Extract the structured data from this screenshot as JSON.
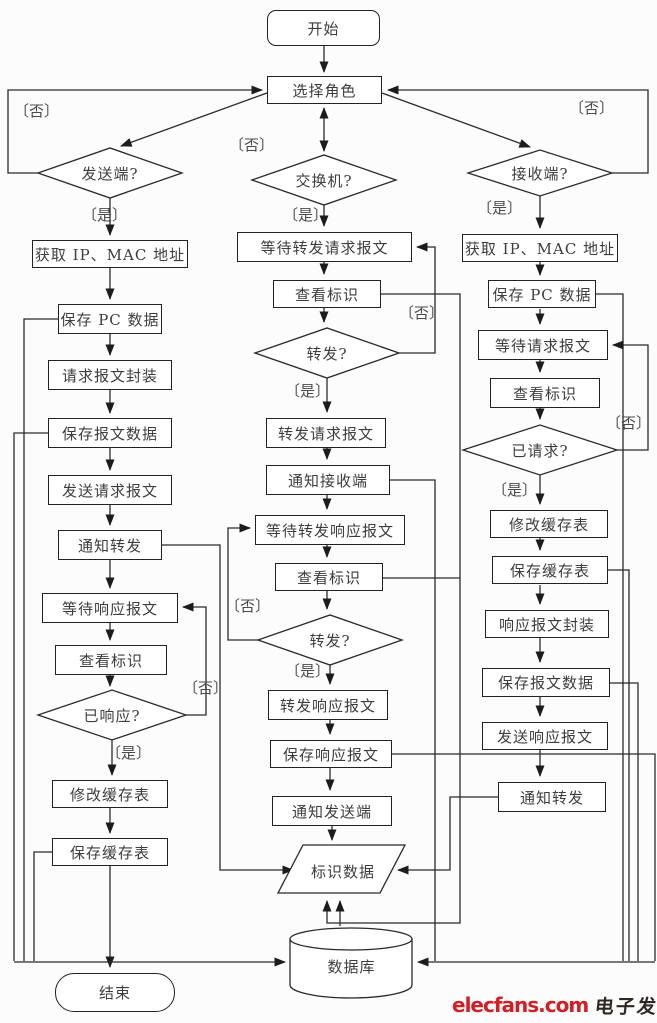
{
  "diagram": {
    "nodes": {
      "start": "开始",
      "select_role": "选择角色",
      "d_sender": "发送端?",
      "d_switch": "交换机?",
      "d_receiver": "接收端?",
      "s1": "获取 IP、MAC 地址",
      "s2": "保存 PC 数据",
      "s3": "请求报文封装",
      "s4": "保存报文数据",
      "s5": "发送请求报文",
      "s6": "通知转发",
      "s7": "等待响应报文",
      "s8": "查看标识",
      "s9": "已响应?",
      "s10": "修改缓存表",
      "s11": "保存缓存表",
      "end": "结束",
      "m1": "等待转发请求报文",
      "m2": "查看标识",
      "m3": "转发?",
      "m4": "转发请求报文",
      "m5": "通知接收端",
      "m6": "等待转发响应报文",
      "m7": "查看标识",
      "m8": "转发?",
      "m9": "转发响应报文",
      "m10": "保存响应报文",
      "m11": "通知发送端",
      "m12": "标识数据",
      "db": "数据库",
      "r1": "获取 IP、MAC 地址",
      "r2": "保存 PC 数据",
      "r3": "等待请求报文",
      "r4": "查看标识",
      "r5": "已请求?",
      "r6": "修改缓存表",
      "r7": "保存缓存表",
      "r8": "响应报文封装",
      "r9": "保存报文数据",
      "r10": "发送响应报文",
      "r11": "通知转发"
    },
    "branch_labels": {
      "yes": "〔是〕",
      "no": "〔否〕"
    },
    "colors": {
      "line": "#262626",
      "box_bg": "#ffffff",
      "text": "#3d3d3d"
    }
  },
  "footer": {
    "brand": "elecfans.com",
    "brand_cn": "电子发烧友",
    "brand_color": "#d01f26"
  }
}
